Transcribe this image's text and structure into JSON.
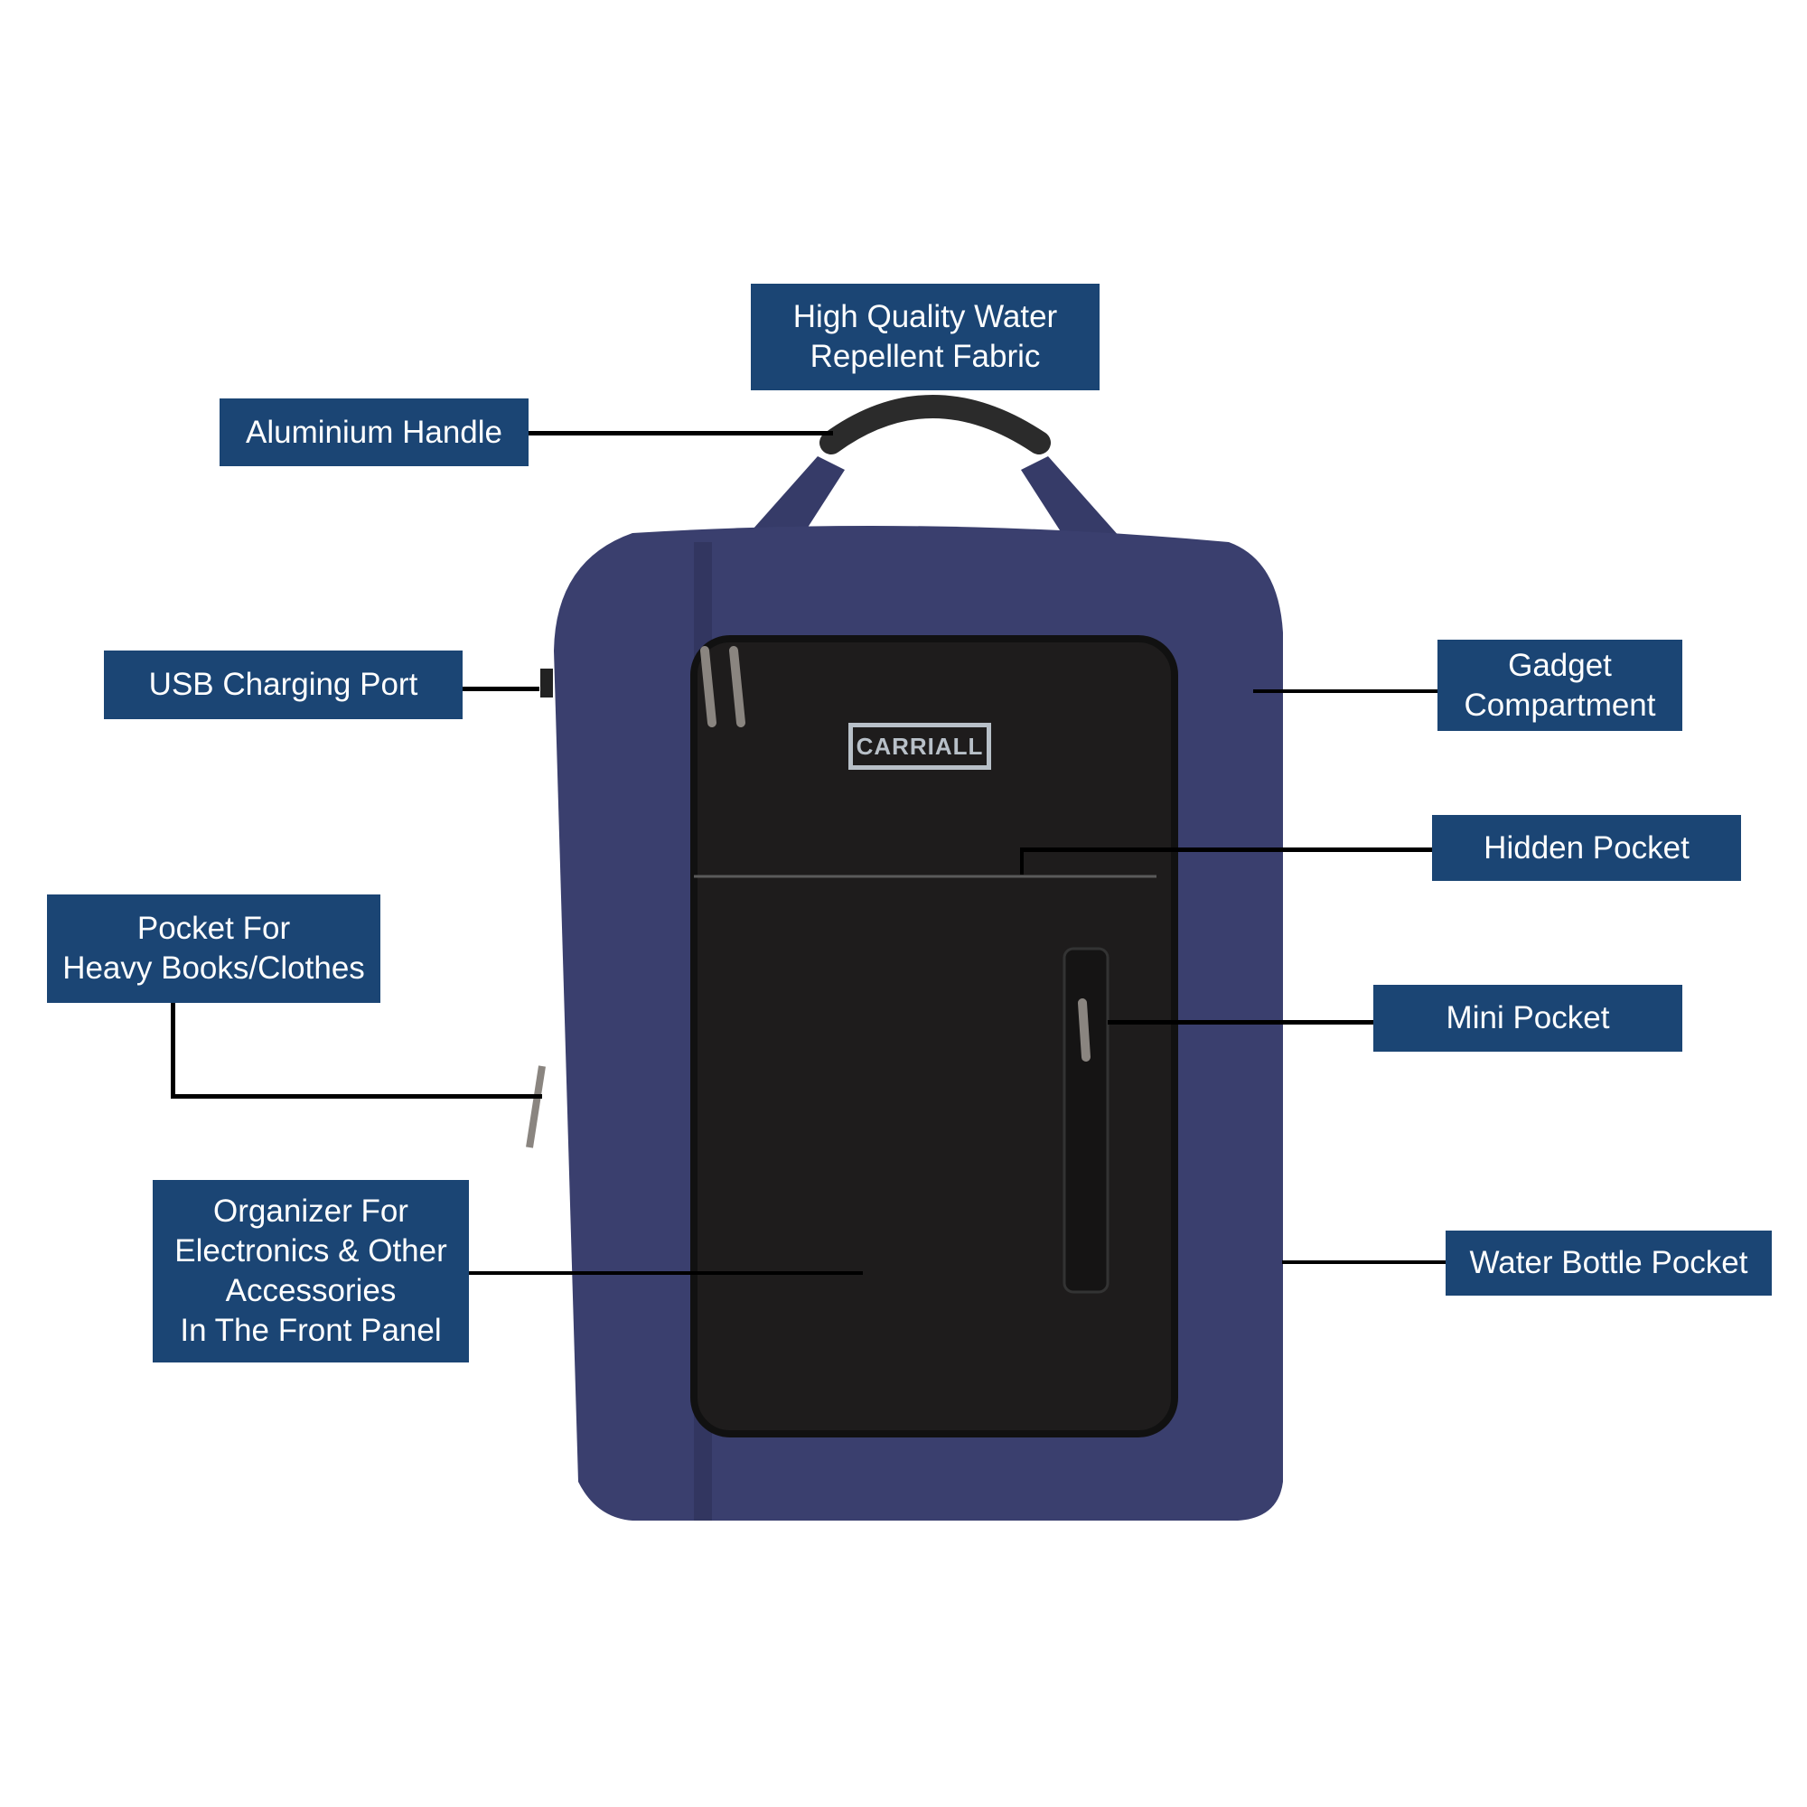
{
  "brand": "CARRIALL",
  "colors": {
    "label_bg": "#1b4574",
    "bag_blue": "#3a3f6e",
    "panel_black": "#1e1c1c"
  },
  "labels": {
    "fabric": "High Quality Water\nRepellent Fabric",
    "handle": "Aluminium Handle",
    "usb": "USB Charging Port",
    "heavy_pocket": "Pocket For\nHeavy Books/Clothes",
    "organizer": "Organizer For\nElectronics & Other\nAccessories\nIn The Front Panel",
    "gadget": "Gadget\nCompartment",
    "hidden": "Hidden Pocket",
    "mini": "Mini Pocket",
    "bottle": "Water Bottle Pocket"
  }
}
